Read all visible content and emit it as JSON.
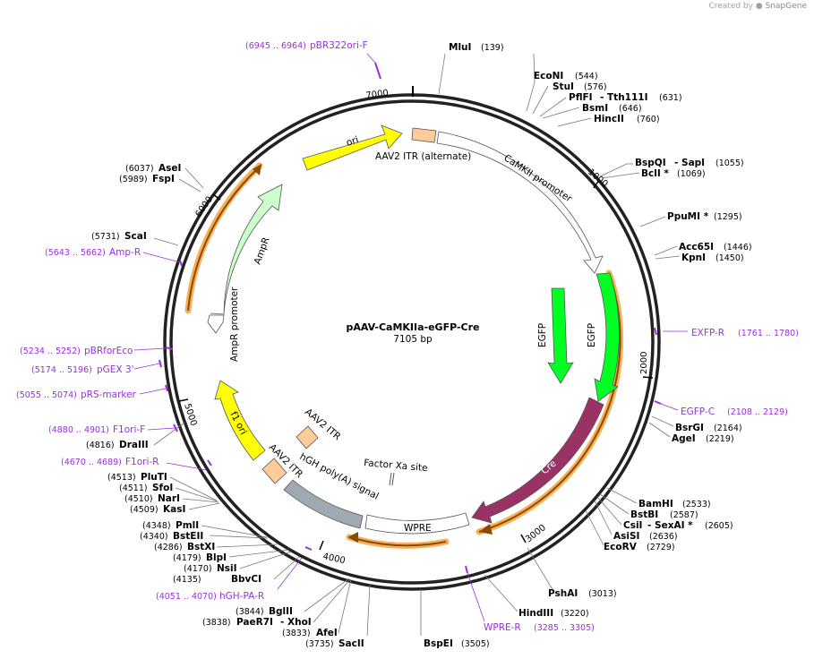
{
  "branding": {
    "created_by": "Created by",
    "app": "SnapGene"
  },
  "plasmid": {
    "name": "pAAV-CaMKIIa-eGFP-Cre",
    "size": "7105 bp"
  },
  "ticks": [
    "1000",
    "2000",
    "3000",
    "4000",
    "5000",
    "6000",
    "7000"
  ],
  "features": {
    "ori": "ori",
    "itr_alt": "AAV2 ITR (alternate)",
    "camkii": "CaMKII promoter",
    "egfp_inner": "EGFP",
    "egfp_outer": "EGFP",
    "cre": "Cre",
    "wpre": "WPRE",
    "hgh": "hGH poly(A) signal",
    "factor_xa": "Factor Xa site",
    "itr_a": "AAV2 ITR",
    "itr_b": "AAV2 ITR",
    "f1ori": "f1 ori",
    "ampr_promoter": "AmpR promoter",
    "ampr": "AmpR"
  },
  "enzymes": [
    {
      "name": "MluI",
      "pos": "(139)"
    },
    {
      "name": "EcoNI",
      "pos": "(544)"
    },
    {
      "name": "StuI",
      "pos": "(576)"
    },
    {
      "name": "PflFI",
      "name2": "- Tth111I",
      "pos": "(631)"
    },
    {
      "name": "BsmI",
      "pos": "(646)"
    },
    {
      "name": "HincII",
      "pos": "(760)"
    },
    {
      "name": "BspQI",
      "name2": "- SapI",
      "pos": "(1055)"
    },
    {
      "name": "BclI *",
      "pos": "(1069)"
    },
    {
      "name": "PpuMI *",
      "pos": "(1295)"
    },
    {
      "name": "Acc65I",
      "pos": "(1446)"
    },
    {
      "name": "KpnI",
      "pos": "(1450)"
    },
    {
      "name": "BsrGI",
      "pos": "(2164)"
    },
    {
      "name": "AgeI",
      "pos": "(2219)"
    },
    {
      "name": "BamHI",
      "pos": "(2533)"
    },
    {
      "name": "BstBI",
      "pos": "(2587)"
    },
    {
      "name": "CsiI",
      "name2": "- SexAI *",
      "pos": "(2605)"
    },
    {
      "name": "AsiSI",
      "pos": "(2636)"
    },
    {
      "name": "EcoRV",
      "pos": "(2729)"
    },
    {
      "name": "PshAI",
      "pos": "(3013)"
    },
    {
      "name": "HindIII",
      "pos": "(3220)"
    },
    {
      "name": "BspEI",
      "pos": "(3505)"
    },
    {
      "name": "SacII",
      "pos": "(3735)"
    },
    {
      "name": "AfeI",
      "pos": "(3833)"
    },
    {
      "name": "PaeR7I",
      "name2": "- XhoI",
      "pos": "(3838)"
    },
    {
      "name": "BglII",
      "pos": "(3844)"
    },
    {
      "name": "BbvCI",
      "pos": "(4135)"
    },
    {
      "name": "NsiI",
      "pos": "(4170)"
    },
    {
      "name": "BlpI",
      "pos": "(4179)"
    },
    {
      "name": "BstXI",
      "pos": "(4286)"
    },
    {
      "name": "BstEII",
      "pos": "(4340)"
    },
    {
      "name": "PmlI",
      "pos": "(4348)"
    },
    {
      "name": "KasI",
      "pos": "(4509)"
    },
    {
      "name": "NarI",
      "pos": "(4510)"
    },
    {
      "name": "SfoI",
      "pos": "(4511)"
    },
    {
      "name": "PluTI",
      "pos": "(4513)"
    },
    {
      "name": "DraIII",
      "pos": "(4816)"
    },
    {
      "name": "ScaI",
      "pos": "(5731)"
    },
    {
      "name": "FspI",
      "pos": "(5989)"
    },
    {
      "name": "AseI",
      "pos": "(6037)"
    }
  ],
  "primers": [
    {
      "name": "pBR322ori-F",
      "pos": "(6945 .. 6964)"
    },
    {
      "name": "EXFP-R",
      "pos": "(1761 .. 1780)"
    },
    {
      "name": "EGFP-C",
      "pos": "(2108 .. 2129)"
    },
    {
      "name": "WPRE-R",
      "pos": "(3285 .. 3305)"
    },
    {
      "name": "hGH-PA-R",
      "pos": "(4051 .. 4070)"
    },
    {
      "name": "F1ori-R",
      "pos": "(4670 .. 4689)"
    },
    {
      "name": "F1ori-F",
      "pos": "(4880 .. 4901)"
    },
    {
      "name": "pRS-marker",
      "pos": "(5055 .. 5074)"
    },
    {
      "name": "pGEX 3'",
      "pos": "(5174 .. 5196)"
    },
    {
      "name": "pBRforEco",
      "pos": "(5234 .. 5252)"
    },
    {
      "name": "Amp-R",
      "pos": "(5643 .. 5662)"
    }
  ],
  "colors": {
    "ori": "#ffff00",
    "itr": "#ffcc99",
    "promoter": "#ffffff",
    "egfp": "#00ff22",
    "cre": "#993366",
    "wpre": "#ffffff",
    "polyA": "#a0a8b0",
    "f1ori": "#ffff00",
    "ampr": "#ccffcc",
    "orf_fill": "#f7b055",
    "orf_core": "#8a4b08",
    "primer": "#9b30d9"
  }
}
